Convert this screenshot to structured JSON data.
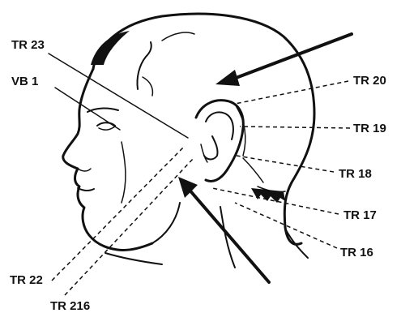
{
  "labels": {
    "tr23": "TR 23",
    "vb1": "VB 1",
    "tr20": "TR 20",
    "tr19": "TR 19",
    "tr18": "TR 18",
    "tr17": "TR 17",
    "tr16": "TR 16",
    "tr22": "TR 22",
    "tr216": "TR 216"
  },
  "colors": {
    "ink": "#111111",
    "background": "#ffffff"
  }
}
